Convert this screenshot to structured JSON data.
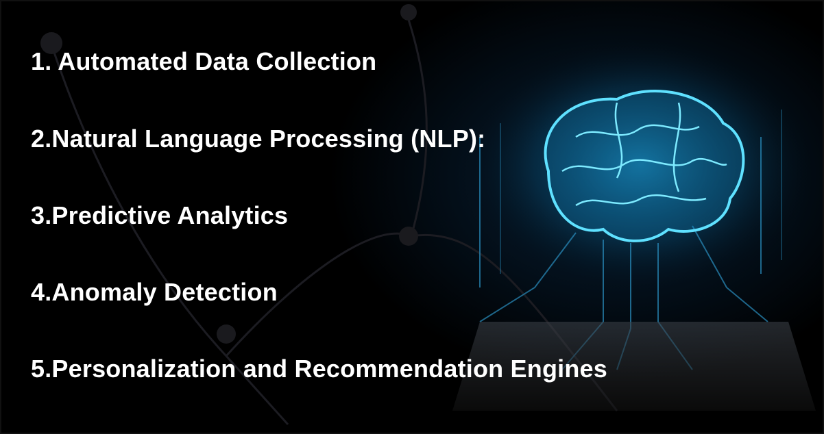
{
  "list": {
    "items": [
      "1. Automated Data Collection",
      "2.Natural Language Processing (NLP):",
      "3.Predictive Analytics",
      "4.Anomaly Detection",
      "5.Personalization and Recommendation Engines"
    ]
  },
  "colors": {
    "text": "#ffffff",
    "glow": "#2ec8ff",
    "background": "#000000"
  }
}
